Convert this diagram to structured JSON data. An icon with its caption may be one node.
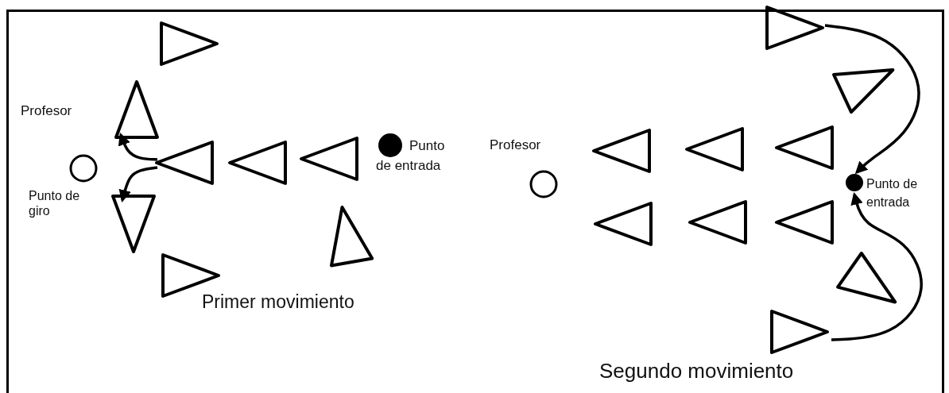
{
  "diagram": {
    "nodes": [
      {
        "text": [],
        "shape": "triangle"
      },
      {
        "text": [],
        "shape": "triangle"
      },
      {
        "text": [],
        "shape": "circle"
      },
      {
        "text": [],
        "shape": "triangle"
      },
      {
        "text": [],
        "shape": "triangle"
      },
      {
        "text": [],
        "shape": "triangle"
      },
      {
        "text": [],
        "shape": "triangle"
      },
      {
        "text": [],
        "shape": "triangle"
      },
      {
        "text": [],
        "shape": "triangle"
      },
      {
        "text": [],
        "shape": "dot",
        "beside": [
          "Punto de entrada"
        ]
      },
      {
        "text": [],
        "shape": "circle"
      },
      {
        "text": [],
        "shape": "triangle"
      },
      {
        "text": [],
        "shape": "triangle"
      },
      {
        "text": [],
        "shape": "triangle"
      },
      {
        "text": [],
        "shape": "triangle"
      },
      {
        "text": [],
        "shape": "triangle"
      },
      {
        "text": [],
        "shape": "dot",
        "beside": [
          "Punto de entrada"
        ]
      },
      {
        "text": [],
        "shape": "triangle"
      },
      {
        "text": [],
        "shape": "triangle"
      },
      {
        "text": [],
        "shape": "triangle"
      },
      {
        "text": [],
        "shape": "triangle"
      },
      {
        "text": [],
        "shape": "triangle"
      }
    ],
    "edges": [
      {
        "from": 3,
        "to": 1,
        "arrow": "to"
      },
      {
        "from": 3,
        "to": 6,
        "arrow": "to"
      },
      {
        "from": 11,
        "to": 16,
        "arrow": "to"
      },
      {
        "from": 21,
        "to": 16,
        "arrow": "to"
      }
    ],
    "labels": [
      "Profesor",
      "Punto de giro",
      "Profesor",
      "Primer movimiento",
      "Segundo movimiento"
    ]
  }
}
